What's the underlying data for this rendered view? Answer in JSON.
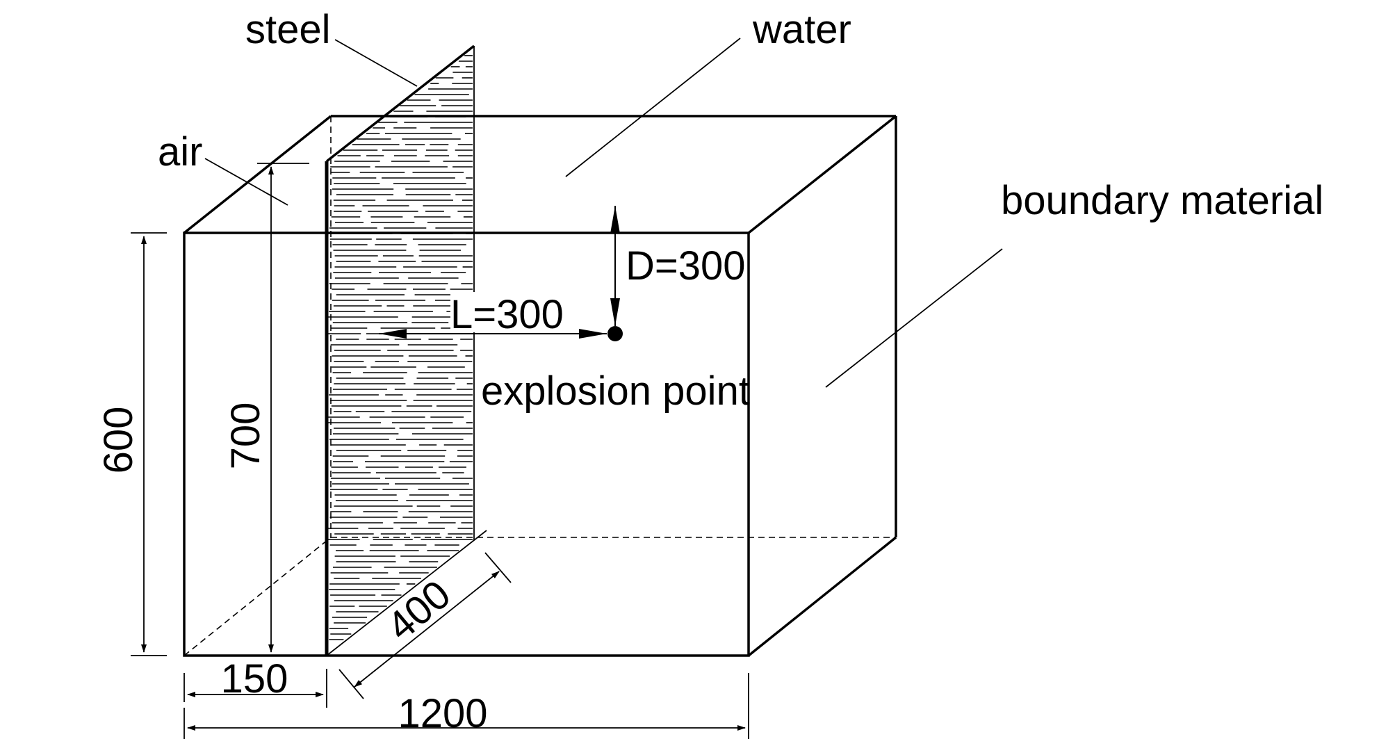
{
  "labels": {
    "steel": "steel",
    "water": "water",
    "air": "air",
    "boundary": "boundary material",
    "depth": "D=300",
    "lateral": "L=300",
    "explosion": "explosion point"
  },
  "dimensions": {
    "height_box": "600",
    "height_plate": "700",
    "width_air": "150",
    "width_total": "1200",
    "depth_box": "400"
  },
  "colors": {
    "line": "#000000",
    "background": "#ffffff"
  }
}
